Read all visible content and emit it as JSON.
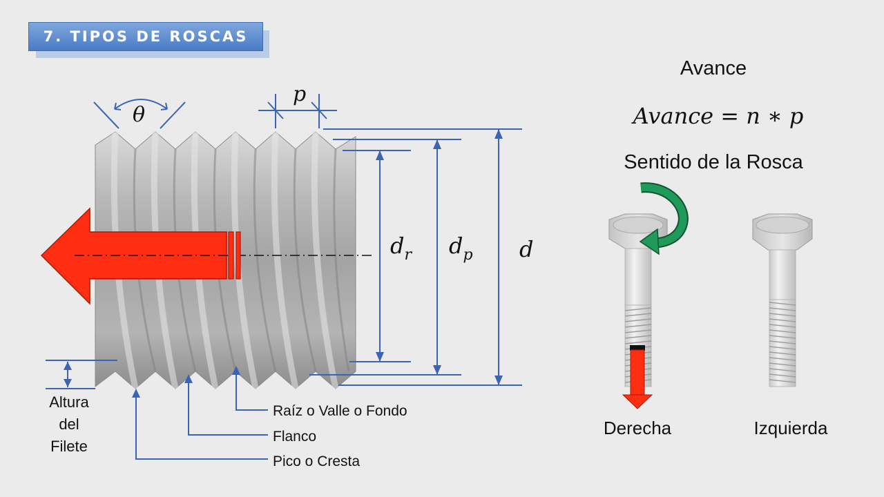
{
  "banner": {
    "title": "7. TIPOS DE ROSCAS"
  },
  "thread": {
    "theta": "θ",
    "pitch": "p",
    "dr_main": "d",
    "dr_sub": "r",
    "dp_main": "d",
    "dp_sub": "p",
    "d": "d"
  },
  "labels": {
    "altura_line1": "Altura",
    "altura_line2": "del",
    "altura_line3": "Filete",
    "raiz": "Raíz o Valle o Fondo",
    "flanco": "Flanco",
    "pico": "Pico o Cresta"
  },
  "right_panel": {
    "avance_title": "Avance",
    "formula": "Avance = n ∗ p",
    "sentido_title": "Sentido de la Rosca",
    "derecha": "Derecha",
    "izquierda": "Izquierda"
  },
  "colors": {
    "dimension_blue": "#3c64b4",
    "arrow_red": "#ff2d12",
    "arrow_green": "#1f9a5a",
    "banner_blue": "#5a88cc"
  }
}
